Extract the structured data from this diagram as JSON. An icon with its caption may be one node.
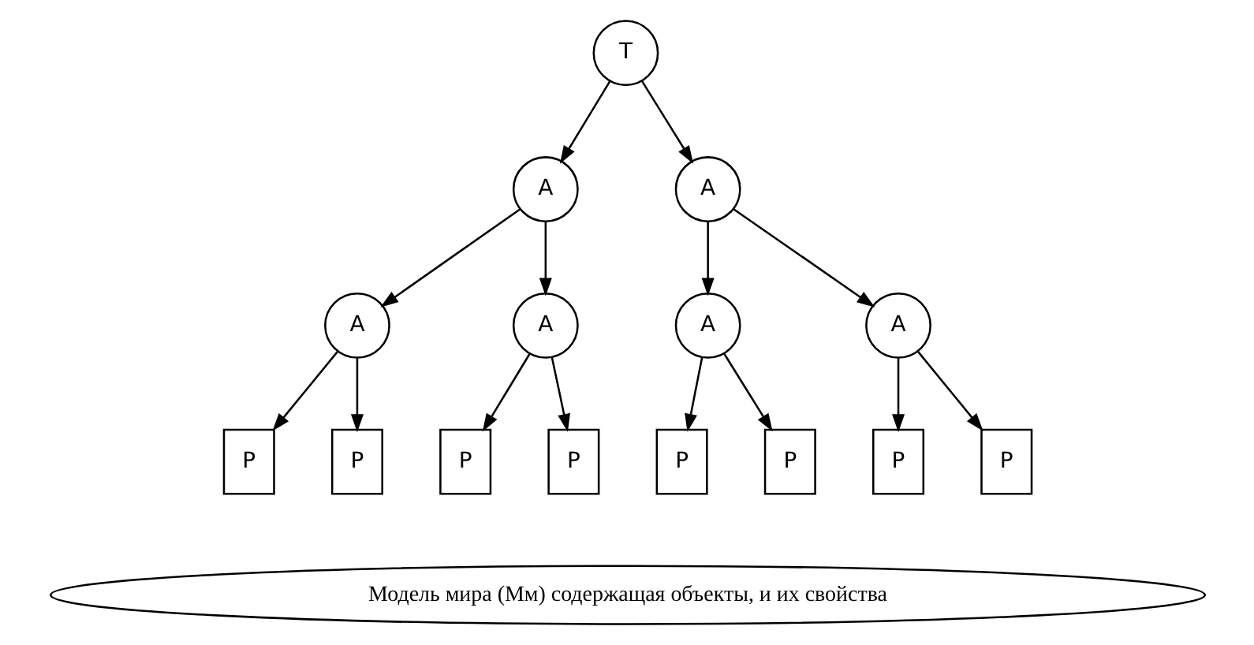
{
  "diagram": {
    "nodes": [
      {
        "text": [
          "Т"
        ]
      },
      {
        "text": [
          "А"
        ]
      },
      {
        "text": [
          "А"
        ]
      },
      {
        "text": [
          "А"
        ]
      },
      {
        "text": [
          "А"
        ]
      },
      {
        "text": [
          "А"
        ]
      },
      {
        "text": [
          "А"
        ]
      },
      {
        "text": [
          "Р"
        ]
      },
      {
        "text": [
          "Р"
        ]
      },
      {
        "text": [
          "Р"
        ]
      },
      {
        "text": [
          "Р"
        ]
      },
      {
        "text": [
          "Р"
        ]
      },
      {
        "text": [
          "Р"
        ]
      },
      {
        "text": [
          "Р"
        ]
      },
      {
        "text": [
          "Р"
        ]
      },
      {
        "text": [
          "Модель мира (Мм) содержащая объекты, и их свойства"
        ]
      }
    ],
    "edges": [
      {
        "from": 0,
        "to": 1,
        "arrow": "to"
      },
      {
        "from": 0,
        "to": 2,
        "arrow": "to"
      },
      {
        "from": 1,
        "to": 3,
        "arrow": "to"
      },
      {
        "from": 1,
        "to": 4,
        "arrow": "to"
      },
      {
        "from": 2,
        "to": 5,
        "arrow": "to"
      },
      {
        "from": 2,
        "to": 6,
        "arrow": "to"
      },
      {
        "from": 3,
        "to": 7,
        "arrow": "to"
      },
      {
        "from": 3,
        "to": 8,
        "arrow": "to"
      },
      {
        "from": 4,
        "to": 9,
        "arrow": "to"
      },
      {
        "from": 4,
        "to": 10,
        "arrow": "to"
      },
      {
        "from": 5,
        "to": 11,
        "arrow": "to"
      },
      {
        "from": 5,
        "to": 12,
        "arrow": "to"
      },
      {
        "from": 6,
        "to": 13,
        "arrow": "to"
      },
      {
        "from": 6,
        "to": 14,
        "arrow": "to"
      }
    ]
  }
}
